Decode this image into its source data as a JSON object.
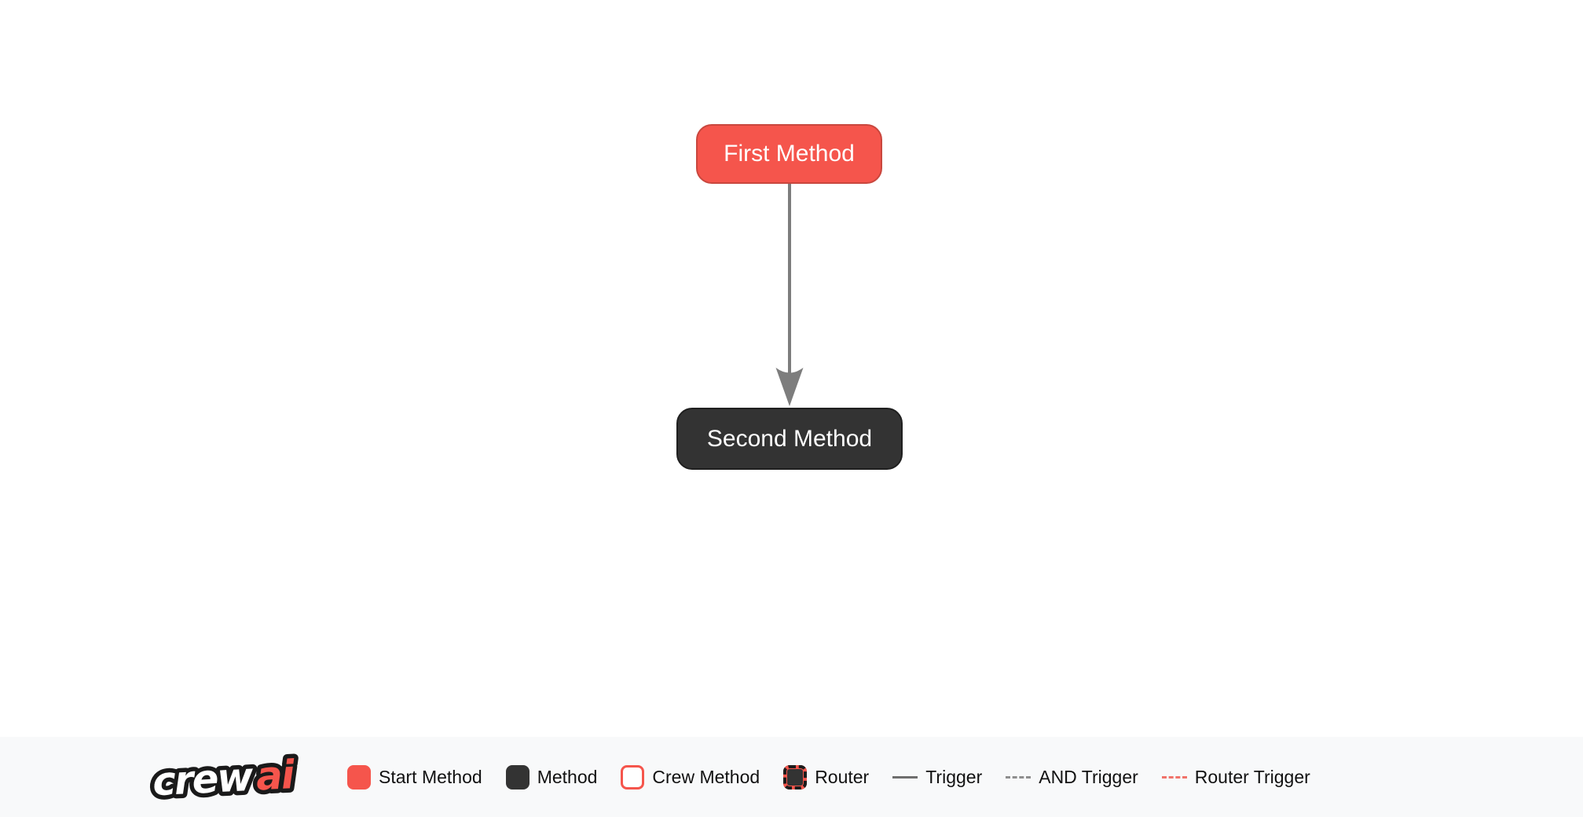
{
  "flow": {
    "nodes": [
      {
        "id": "first_method",
        "label": "First Method",
        "type": "start-method"
      },
      {
        "id": "second_method",
        "label": "Second Method",
        "type": "method"
      }
    ],
    "edges": [
      {
        "from": "first_method",
        "to": "second_method",
        "type": "trigger"
      }
    ]
  },
  "legend": {
    "logo": {
      "crew": "crew",
      "ai": "ai"
    },
    "items": [
      {
        "label": "Start Method",
        "swatch": "start-method-box"
      },
      {
        "label": "Method",
        "swatch": "method-box"
      },
      {
        "label": "Crew Method",
        "swatch": "crew-method-box"
      },
      {
        "label": "Router",
        "swatch": "router-box"
      },
      {
        "label": "Trigger",
        "swatch": "solid-gray-line"
      },
      {
        "label": "AND Trigger",
        "swatch": "dashed-gray-line"
      },
      {
        "label": "Router Trigger",
        "swatch": "dashed-red-line"
      }
    ]
  },
  "colors": {
    "start_method_fill": "#F5554C",
    "start_method_border": "#C9473E",
    "method_fill": "#333333",
    "method_border": "#1F1F1F",
    "trigger_line": "#7D7D7D",
    "and_trigger_line": "#8E8E8E",
    "router_trigger_line": "#F1736A",
    "footer_background": "#F8F9FA",
    "node_text": "#FFFFFF",
    "legend_text": "#111111"
  }
}
